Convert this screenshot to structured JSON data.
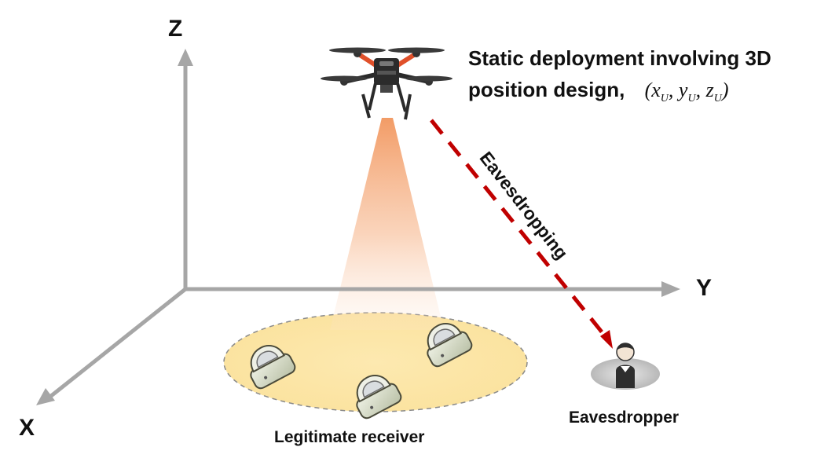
{
  "axes": {
    "x": "X",
    "y": "Y",
    "z": "Z"
  },
  "caption": {
    "line1": "Static deployment involving 3D",
    "line2": "position design,",
    "coords": {
      "open": "(",
      "x": "x",
      "y": "y",
      "z": "z",
      "sub": "U",
      "sep": ", ",
      "close": ")"
    }
  },
  "link_label": "Eavesdropping",
  "legit_label": "Legitimate receiver",
  "eve_label": "Eavesdropper",
  "colors": {
    "axis": "#a6a6a6",
    "beam": "#f2a06b",
    "link": "#c00000",
    "zone_fill": "#fbe8a6",
    "zone_edge": "#8a8a8a",
    "drone_arm": "#e0502a"
  }
}
